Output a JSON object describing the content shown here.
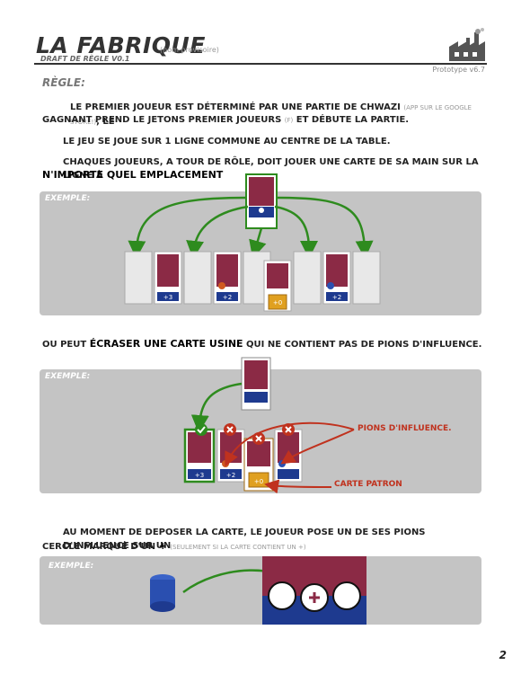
{
  "header": {
    "title": "LA FABRIQUE",
    "subtitle": "(nom provisoire)",
    "draft": "DRAFT DE RÈGLE V0.1",
    "version": "Prototype v6.7"
  },
  "section_label": "RÈGLE:",
  "paragraphs": {
    "p1_a": "LE PREMIER JOUEUR EST DÉTERMINÉ PAR UNE PARTIE DE CHWAZI ",
    "p1_small": "(APP SUR LE GOOGLE STORE!)",
    "p1_b": ", LE",
    "p1_line2_a": "GAGNANT PREND LE JETONS PREMIER JOUEURS ",
    "p1_line2_small": "(F)",
    "p1_line2_b": " ET DÉBUTE LA PARTIE.",
    "p2": "LE JEU SE JOUE SUR 1 LIGNE COMMUNE AU CENTRE DE LA TABLE.",
    "p3_line1": "CHAQUES JOUEURS, A TOUR DE RÔLE, DOIT JOUER UNE CARTE DE SA MAIN SUR LA LIGNE À",
    "p3_line2": "N'IMPORTE QUEL EMPLACEMENT",
    "p4_a": "OU PEUT ",
    "p4_strong": "ÉCRASER UNE CARTE USINE",
    "p4_b": " QUI NE CONTIENT PAS DE PIONS D'INFLUENCE.",
    "p5_line1": "AU MOMENT DE DEPOSER LA CARTE, LE JOUEUR POSE UN DE SES PIONS D'INFLUENCE SUR UN",
    "p5_line2_a": "CERCLE MARQUÉ D'UN ",
    "p5_plus": "+",
    "p5_small": "(SEULEMENT SI LA CARTE CONTIENT UN +)"
  },
  "examples": {
    "label": "EXEMPLE:"
  },
  "annotations": {
    "pions": "PIONS D'INFLUENCE.",
    "patron": "CARTE PATRON"
  },
  "card_values": {
    "v1": "+3",
    "v2": "+2",
    "v3": "+2",
    "v4": "+0",
    "v5": "+3",
    "v6": "+2",
    "v7": "+0"
  },
  "colors": {
    "card_red": "#8b2a45",
    "card_blue": "#1e3a8f",
    "arrow_green": "#2e8b1e",
    "annot_red": "#c0321e",
    "panel_gray": "#c4c4c4",
    "patron_gold": "#e0a020"
  },
  "page_number": "2"
}
